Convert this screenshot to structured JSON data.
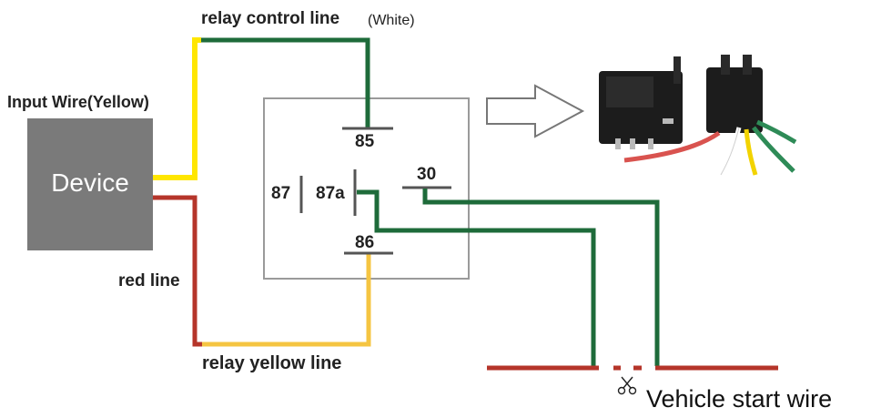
{
  "labels": {
    "relay_control_line": "relay control line",
    "white_note": "(White)",
    "input_wire": "Input Wire(Yellow)",
    "device": "Device",
    "red_line": "red line",
    "relay_yellow_line": "relay yellow line",
    "vehicle_start_wire": "Vehicle start wire"
  },
  "pins": {
    "p85": "85",
    "p87": "87",
    "p87a": "87a",
    "p30": "30",
    "p86": "86"
  },
  "icons": {
    "arrow": "right-arrow-outline-icon",
    "cut": "scissors-icon",
    "relay_photo": "relay-with-socket-illustration"
  },
  "colors": {
    "yellow": "#ffe600",
    "yellow_orange": "#f5c542",
    "green": "#1e6b3a",
    "red": "#b5352a",
    "device_gray": "#7a7a7a",
    "relay_box": "#9a9a9a"
  }
}
